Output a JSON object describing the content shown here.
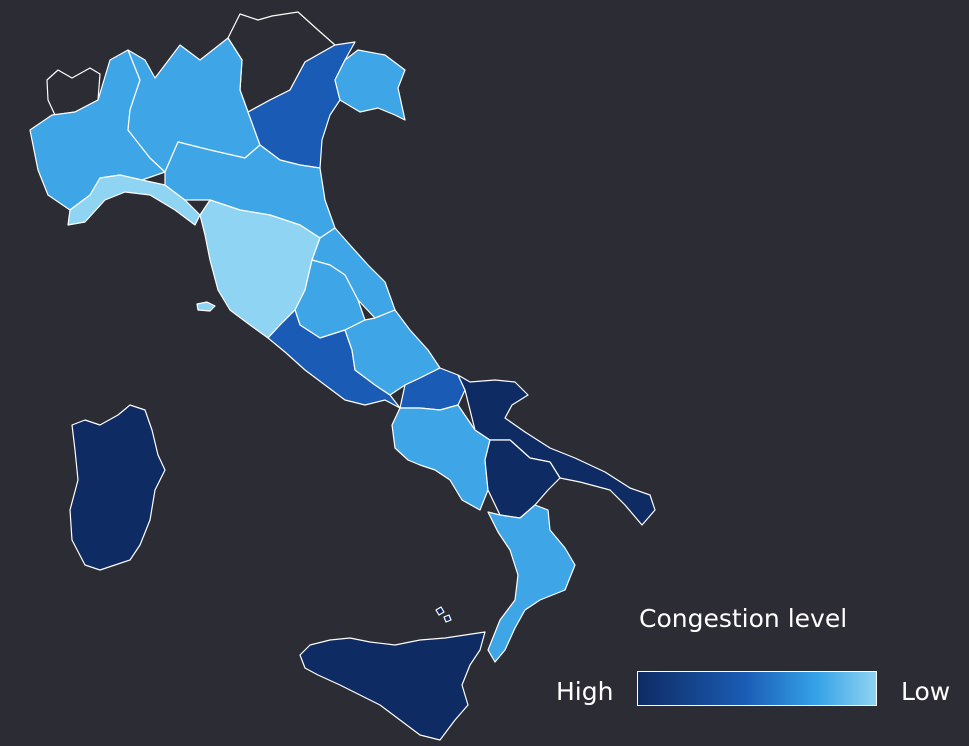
{
  "legend": {
    "title": "Congestion level",
    "high_label": "High",
    "low_label": "Low",
    "colors": [
      "#0e2b63",
      "#1a5cb5",
      "#35a2e7",
      "#8fd4f2"
    ]
  },
  "regions": [
    {
      "name": "Piemonte",
      "level": "medium-low",
      "color": "#3ea5e6"
    },
    {
      "name": "Valle d'Aosta",
      "level": "none",
      "color": "#2c2c34"
    },
    {
      "name": "Lombardia",
      "level": "medium-low",
      "color": "#3ea5e6"
    },
    {
      "name": "Trentino-Alto Adige",
      "level": "none",
      "color": "#2c2c34"
    },
    {
      "name": "Veneto",
      "level": "medium-high",
      "color": "#1a5cb5"
    },
    {
      "name": "Friuli-Venezia Giulia",
      "level": "medium-low",
      "color": "#3ea5e6"
    },
    {
      "name": "Liguria",
      "level": "low",
      "color": "#8fd4f2"
    },
    {
      "name": "Emilia-Romagna",
      "level": "medium-low",
      "color": "#3ea5e6"
    },
    {
      "name": "Toscana",
      "level": "low",
      "color": "#8fd4f2"
    },
    {
      "name": "Marche",
      "level": "medium-low",
      "color": "#3ea5e6"
    },
    {
      "name": "Umbria",
      "level": "medium-low",
      "color": "#3ea5e6"
    },
    {
      "name": "Lazio",
      "level": "medium-high",
      "color": "#1a5cb5"
    },
    {
      "name": "Abruzzo",
      "level": "medium-low",
      "color": "#3ea5e6"
    },
    {
      "name": "Molise",
      "level": "medium-high",
      "color": "#1a5cb5"
    },
    {
      "name": "Campania",
      "level": "medium-low",
      "color": "#3ea5e6"
    },
    {
      "name": "Puglia",
      "level": "high",
      "color": "#0e2b63"
    },
    {
      "name": "Basilicata",
      "level": "high",
      "color": "#0e2b63"
    },
    {
      "name": "Calabria",
      "level": "medium-low",
      "color": "#3ea5e6"
    },
    {
      "name": "Sicilia",
      "level": "high",
      "color": "#0e2b63"
    },
    {
      "name": "Sardegna",
      "level": "high",
      "color": "#0e2b63"
    }
  ]
}
